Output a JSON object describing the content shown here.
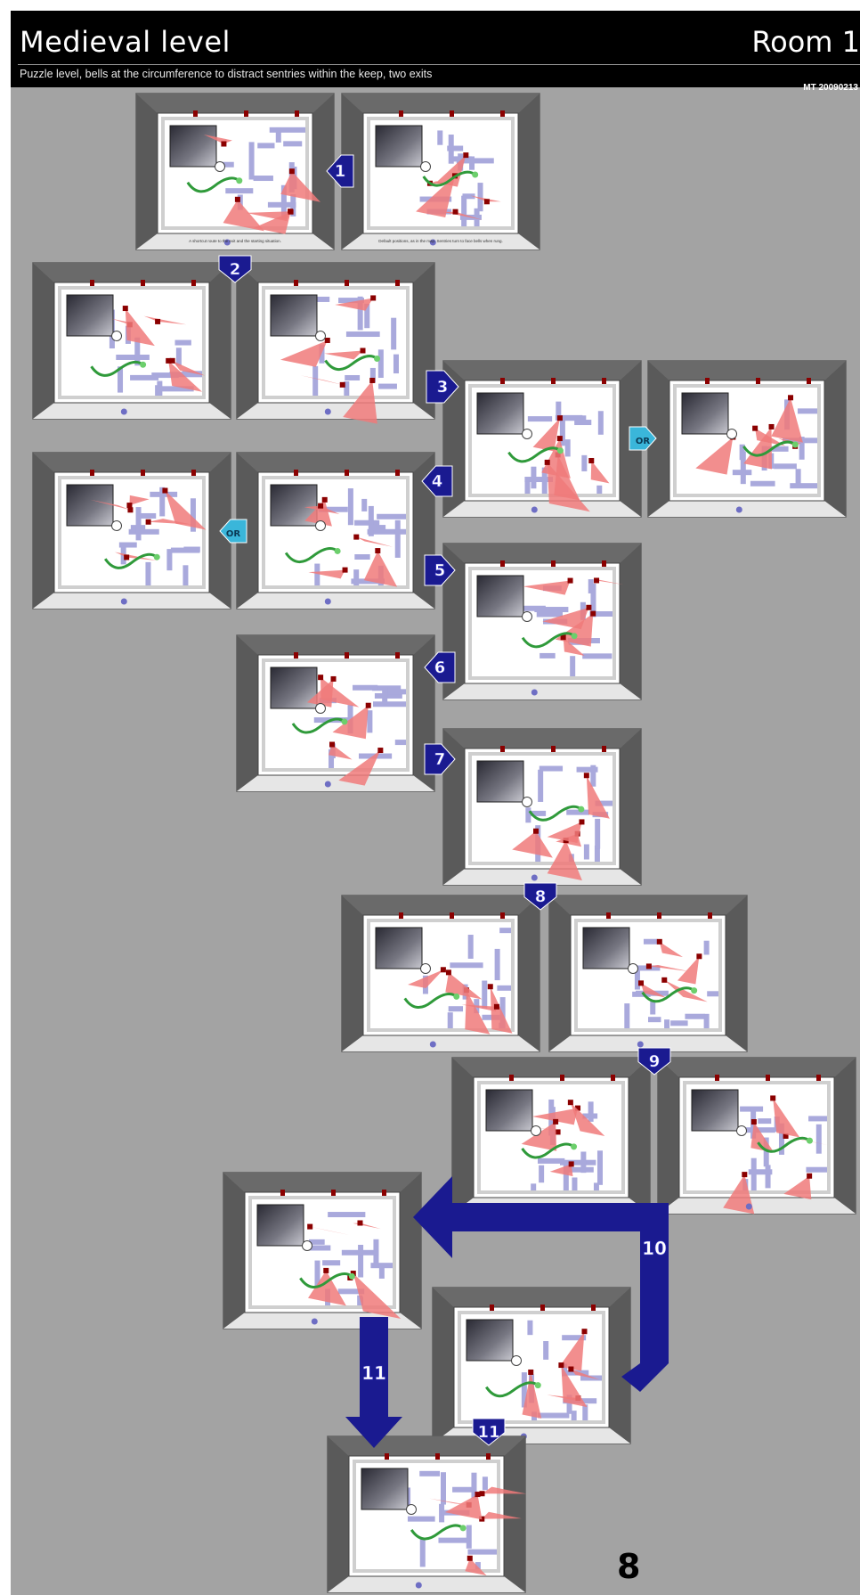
{
  "header": {
    "title": "Medieval level",
    "room": "Room 1",
    "subtitle": "Puzzle level, bells at the circumference to distract sentries within the keep, two exits",
    "code": "MT 20090213"
  },
  "panels": [
    {
      "id": "1a",
      "step": "1"
    },
    {
      "id": "1b",
      "step": "1"
    },
    {
      "id": "2a",
      "step": "2"
    },
    {
      "id": "2b",
      "step": "2"
    },
    {
      "id": "3a",
      "step": "3"
    },
    {
      "id": "3b",
      "step": "3"
    },
    {
      "id": "4a",
      "step": "4"
    },
    {
      "id": "4b",
      "step": "4"
    },
    {
      "id": "5",
      "step": "5"
    },
    {
      "id": "6",
      "step": "6"
    },
    {
      "id": "7",
      "step": "7"
    },
    {
      "id": "8a",
      "step": "8"
    },
    {
      "id": "8b",
      "step": "8"
    },
    {
      "id": "9a",
      "step": "9"
    },
    {
      "id": "9b",
      "step": "9"
    },
    {
      "id": "10a",
      "step": "10"
    },
    {
      "id": "10b",
      "step": "10"
    },
    {
      "id": "11",
      "step": "11"
    }
  ],
  "captions": [
    "A shortcut route to the exit and the starting situation.",
    "Default positions, as in the map. Sentries turn to face bells when rung."
  ],
  "arrows": [
    {
      "label": "1",
      "direction": "left"
    },
    {
      "label": "2",
      "direction": "down"
    },
    {
      "label": "3",
      "direction": "right"
    },
    {
      "label": "OR",
      "direction": "right"
    },
    {
      "label": "4",
      "direction": "left"
    },
    {
      "label": "OR",
      "direction": "left"
    },
    {
      "label": "5",
      "direction": "right"
    },
    {
      "label": "6",
      "direction": "left"
    },
    {
      "label": "7",
      "direction": "right"
    },
    {
      "label": "8",
      "direction": "down"
    },
    {
      "label": "9",
      "direction": "down"
    },
    {
      "label": "10",
      "direction": "left"
    },
    {
      "label": "11",
      "direction": "down"
    },
    {
      "label": "11",
      "direction": "down"
    }
  ],
  "page_number": "8",
  "colors": {
    "background": "#a3a3a3",
    "arrow": "#1a1a90",
    "or_arrow": "#3ab6da",
    "vision_cone": "#f07a7a",
    "wall": "#a9a9dc",
    "path": "#2f9a3a"
  }
}
